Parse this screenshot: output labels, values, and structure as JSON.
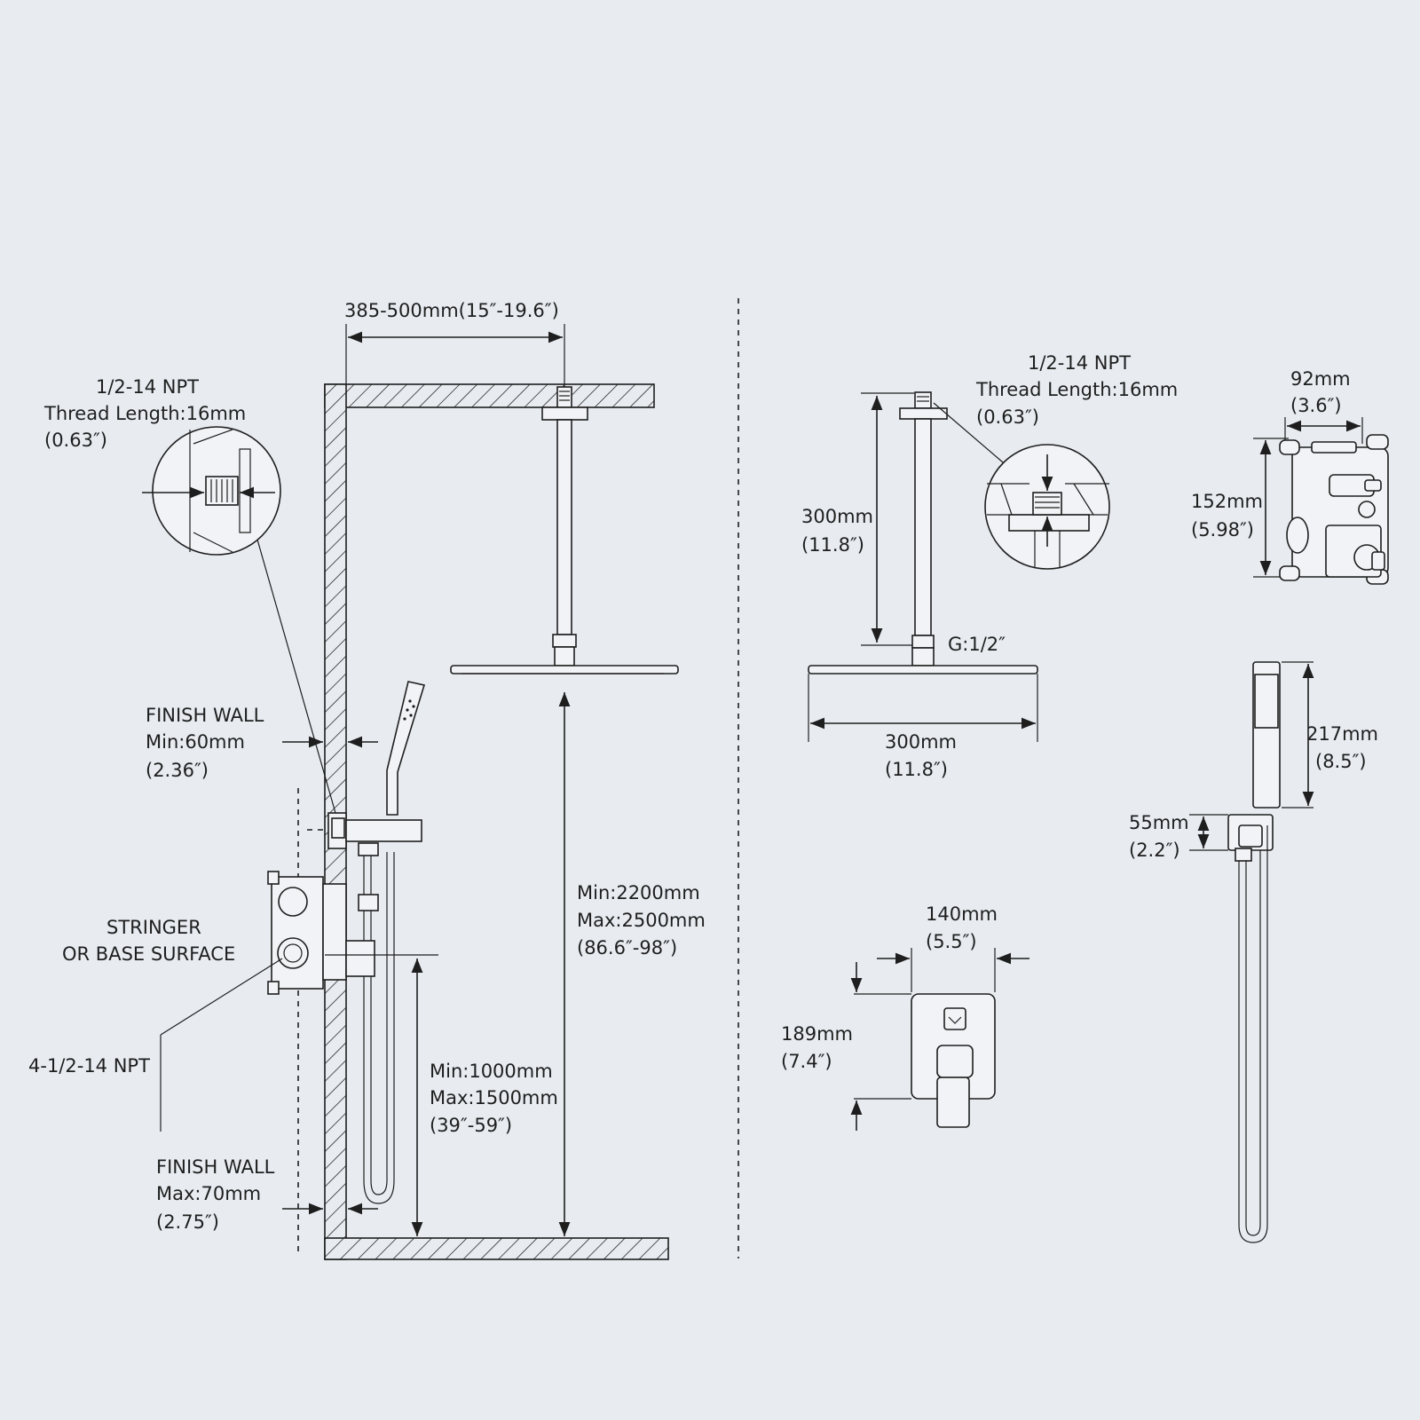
{
  "colors": {
    "background": "#e8ecf1",
    "line": "#1e1e1e"
  },
  "left": {
    "arm_length": "385-500mm(15″-19.6″)",
    "thread": {
      "line1": "1/2-14 NPT",
      "line2": "Thread Length:16mm",
      "line3": "(0.63″)"
    },
    "finish_wall_min": {
      "line1": "FINISH WALL",
      "line2": "Min:60mm",
      "line3": "(2.36″)"
    },
    "stringer": {
      "line1": "STRINGER",
      "line2": "OR BASE SURFACE"
    },
    "npt_inlets": "4-1/2-14 NPT",
    "finish_wall_max": {
      "line1": "FINISH WALL",
      "line2": "Max:70mm",
      "line3": "(2.75″)"
    },
    "shower_height": {
      "line1": "Min:2200mm",
      "line2": "Max:2500mm",
      "line3": "(86.6″-98″)"
    },
    "valve_height": {
      "line1": "Min:1000mm",
      "line2": "Max:1500mm",
      "line3": "(39″-59″)"
    }
  },
  "right": {
    "thread": {
      "line1": "1/2-14 NPT",
      "line2": "Thread Length:16mm",
      "line3": "(0.63″)"
    },
    "arm_drop": {
      "line1": "300mm",
      "line2": "(11.8″)"
    },
    "connector": "G:1/2″",
    "head_width": {
      "line1": "300mm",
      "line2": "(11.8″)"
    },
    "valve_width": {
      "line1": "92mm",
      "line2": "(3.6″)"
    },
    "valve_height": {
      "line1": "152mm",
      "line2": "(5.98″)"
    },
    "plate_width": {
      "line1": "140mm",
      "line2": "(5.5″)"
    },
    "plate_height": {
      "line1": "189mm",
      "line2": "(7.4″)"
    },
    "handheld_length": {
      "line1": "217mm",
      "line2": "(8.5″)"
    },
    "holder_height": {
      "line1": "55mm",
      "line2": "(2.2″)"
    }
  }
}
